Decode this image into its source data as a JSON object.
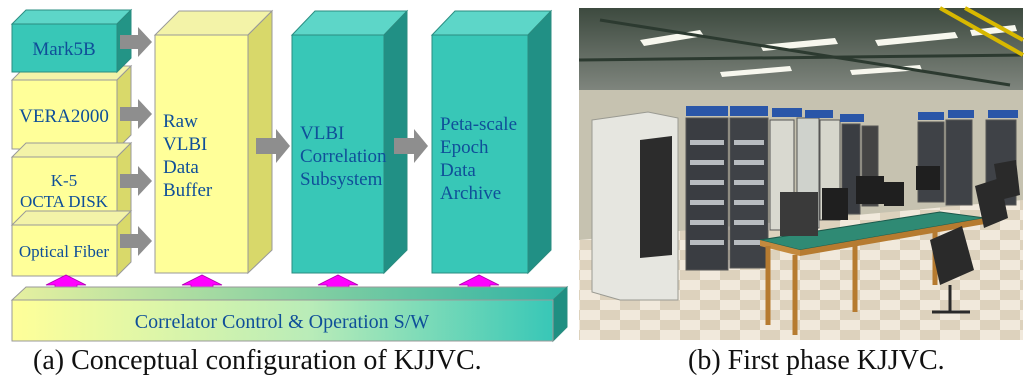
{
  "diagram": {
    "inputs": [
      "Mark5B",
      "VERA2000",
      "K-5",
      "OCTA DISK",
      "Optical Fiber"
    ],
    "buffer": [
      "Raw",
      "VLBI",
      "Data",
      "Buffer"
    ],
    "correlation": [
      "VLBI",
      "Correlation",
      "Subsystem"
    ],
    "archive": [
      "Peta-scale",
      "Epoch",
      "Data",
      "Archive"
    ],
    "control": "Correlator Control & Operation S/W",
    "colors": {
      "teal": "#38c7b7",
      "yellow": "#ffff99",
      "arrow_gray": "#8e8e8e",
      "arrow_magenta": "#ff00ff",
      "text_blue": "#0f4f99"
    }
  },
  "captions": {
    "left": "(a) Conceptual configuration of KJJVC.",
    "right": "(b) First phase KJJVC."
  }
}
